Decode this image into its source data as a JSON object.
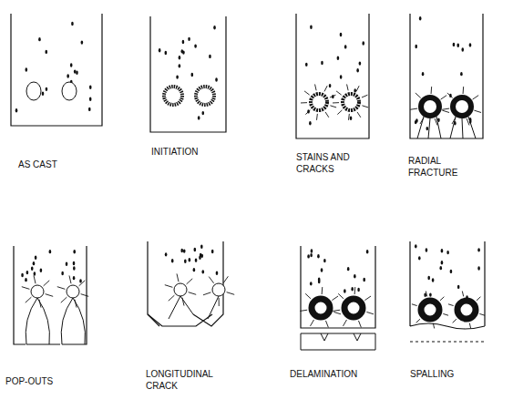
{
  "diagram": {
    "labels": [
      "AS CAST",
      "INITIATION",
      "STAINS AND CRACKS",
      "RADIAL FRACTURE",
      "POP-OUTS",
      "LONGITUDINAL CRACK",
      "DELAMINATION",
      "SPALLING"
    ]
  }
}
